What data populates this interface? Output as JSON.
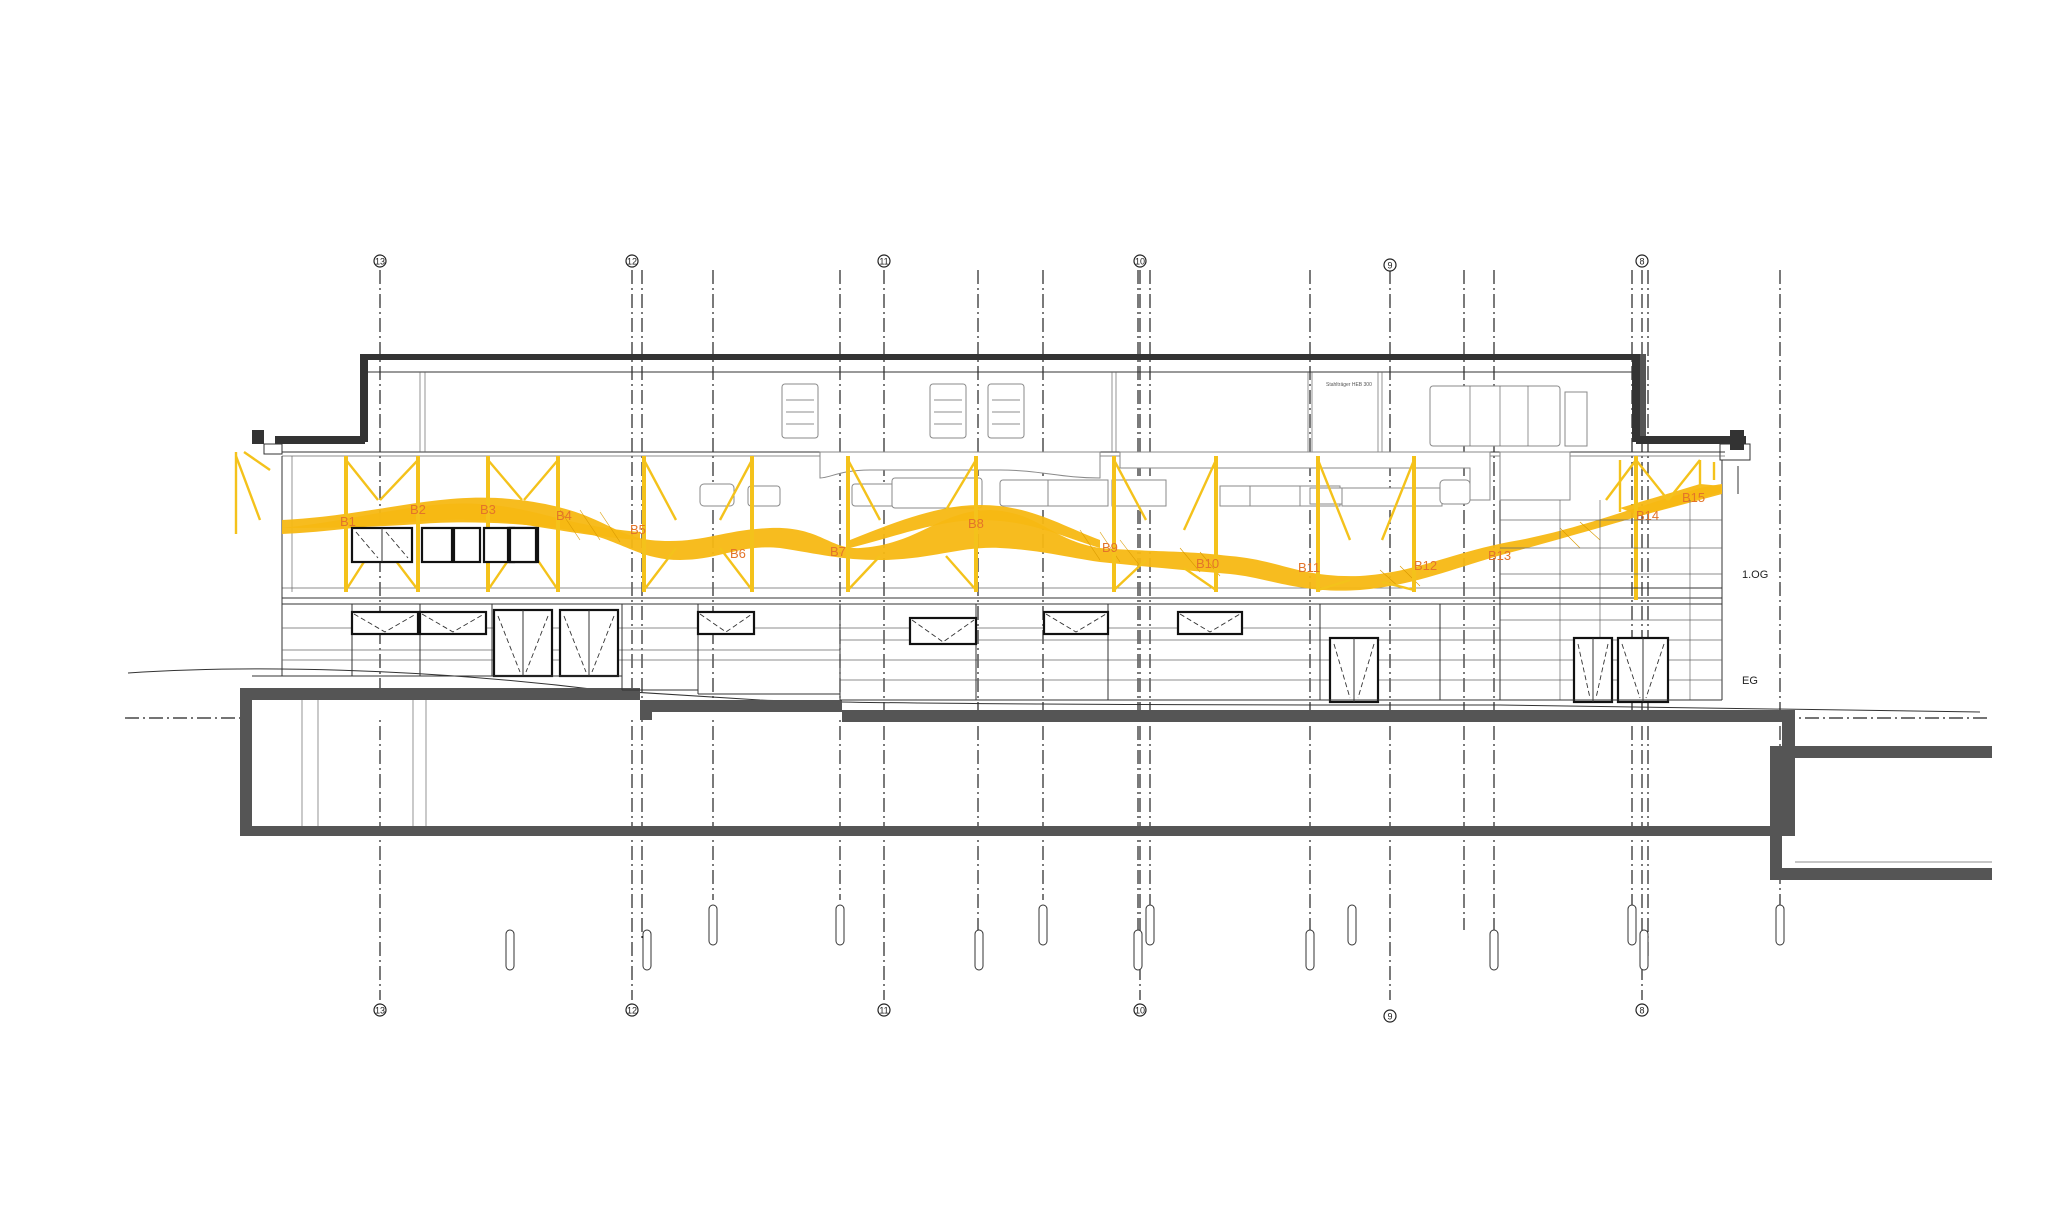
{
  "drawing": {
    "grid_axes": {
      "top": [
        "13",
        "12",
        "11",
        "10",
        "9",
        "8"
      ],
      "bottom": [
        "13",
        "12",
        "11",
        "10",
        "9",
        "8"
      ]
    },
    "bay_labels": [
      "B1",
      "B2",
      "B3",
      "B4",
      "B5",
      "B6",
      "B7",
      "B8",
      "B9",
      "B10",
      "B11",
      "B12",
      "B13",
      "B14",
      "B15"
    ],
    "levels": [
      "1.OG",
      "EG"
    ],
    "roof_note": "Stahlträger HEB 300",
    "colors": {
      "ribbon": "#f7b813",
      "posts": "#f4c21b",
      "bay_text": "#e3742a",
      "structure": "#555555",
      "lines": "#222222"
    }
  }
}
